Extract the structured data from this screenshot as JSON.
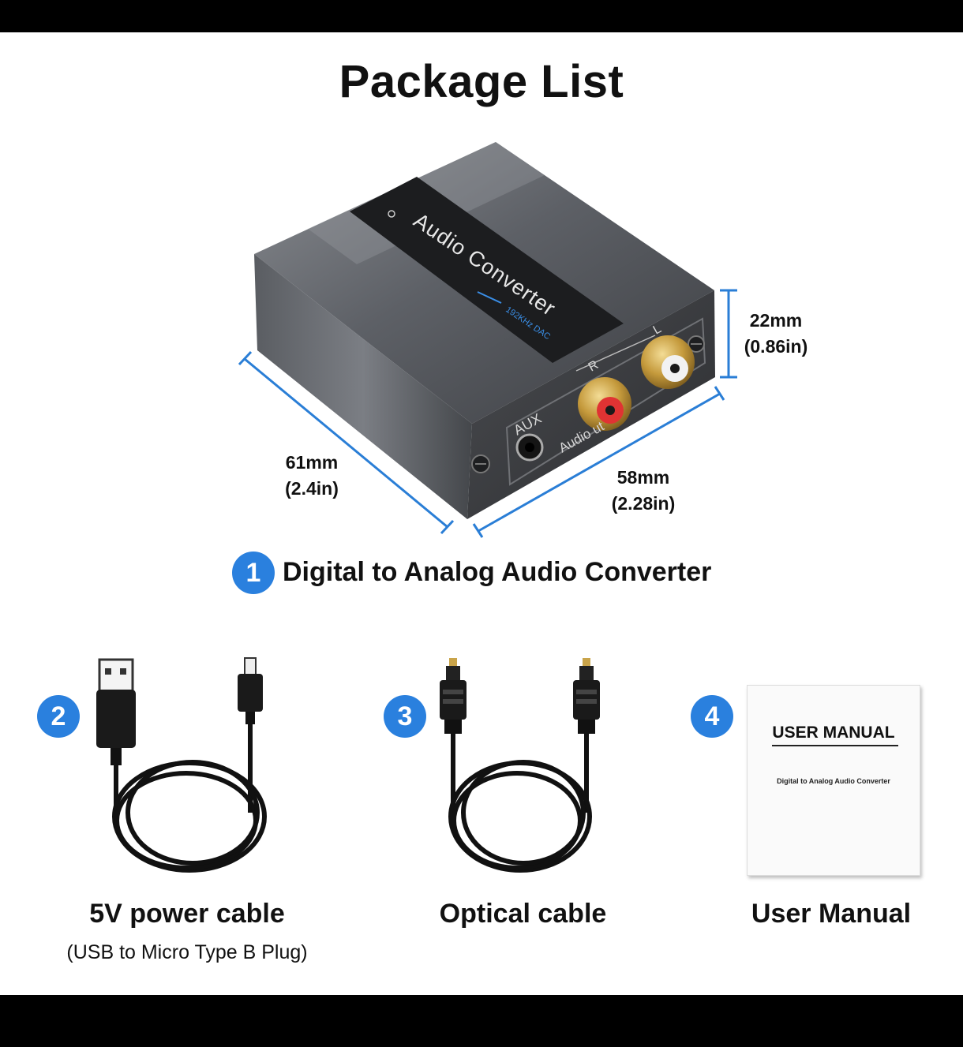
{
  "title": "Package List",
  "accent_color": "#2a80de",
  "device": {
    "label": "Audio Converter",
    "sublabel": "192KHz DAC",
    "port_aux": "AUX",
    "port_r": "R",
    "port_l": "L",
    "port_audio_out": "Audio   ut"
  },
  "dimensions": {
    "height_mm": "22mm",
    "height_in": "(0.86in)",
    "length_mm": "61mm",
    "length_in": "(2.4in)",
    "width_mm": "58mm",
    "width_in": "(2.28in)"
  },
  "items": [
    {
      "number": "1",
      "title": "Digital to Analog Audio Converter"
    },
    {
      "number": "2",
      "title": "5V power cable",
      "subtitle": "(USB to Micro Type B Plug)"
    },
    {
      "number": "3",
      "title": "Optical cable"
    },
    {
      "number": "4",
      "title": "User Manual"
    }
  ],
  "manual": {
    "heading": "USER MANUAL",
    "subheading": "Digital to Analog Audio Converter"
  }
}
